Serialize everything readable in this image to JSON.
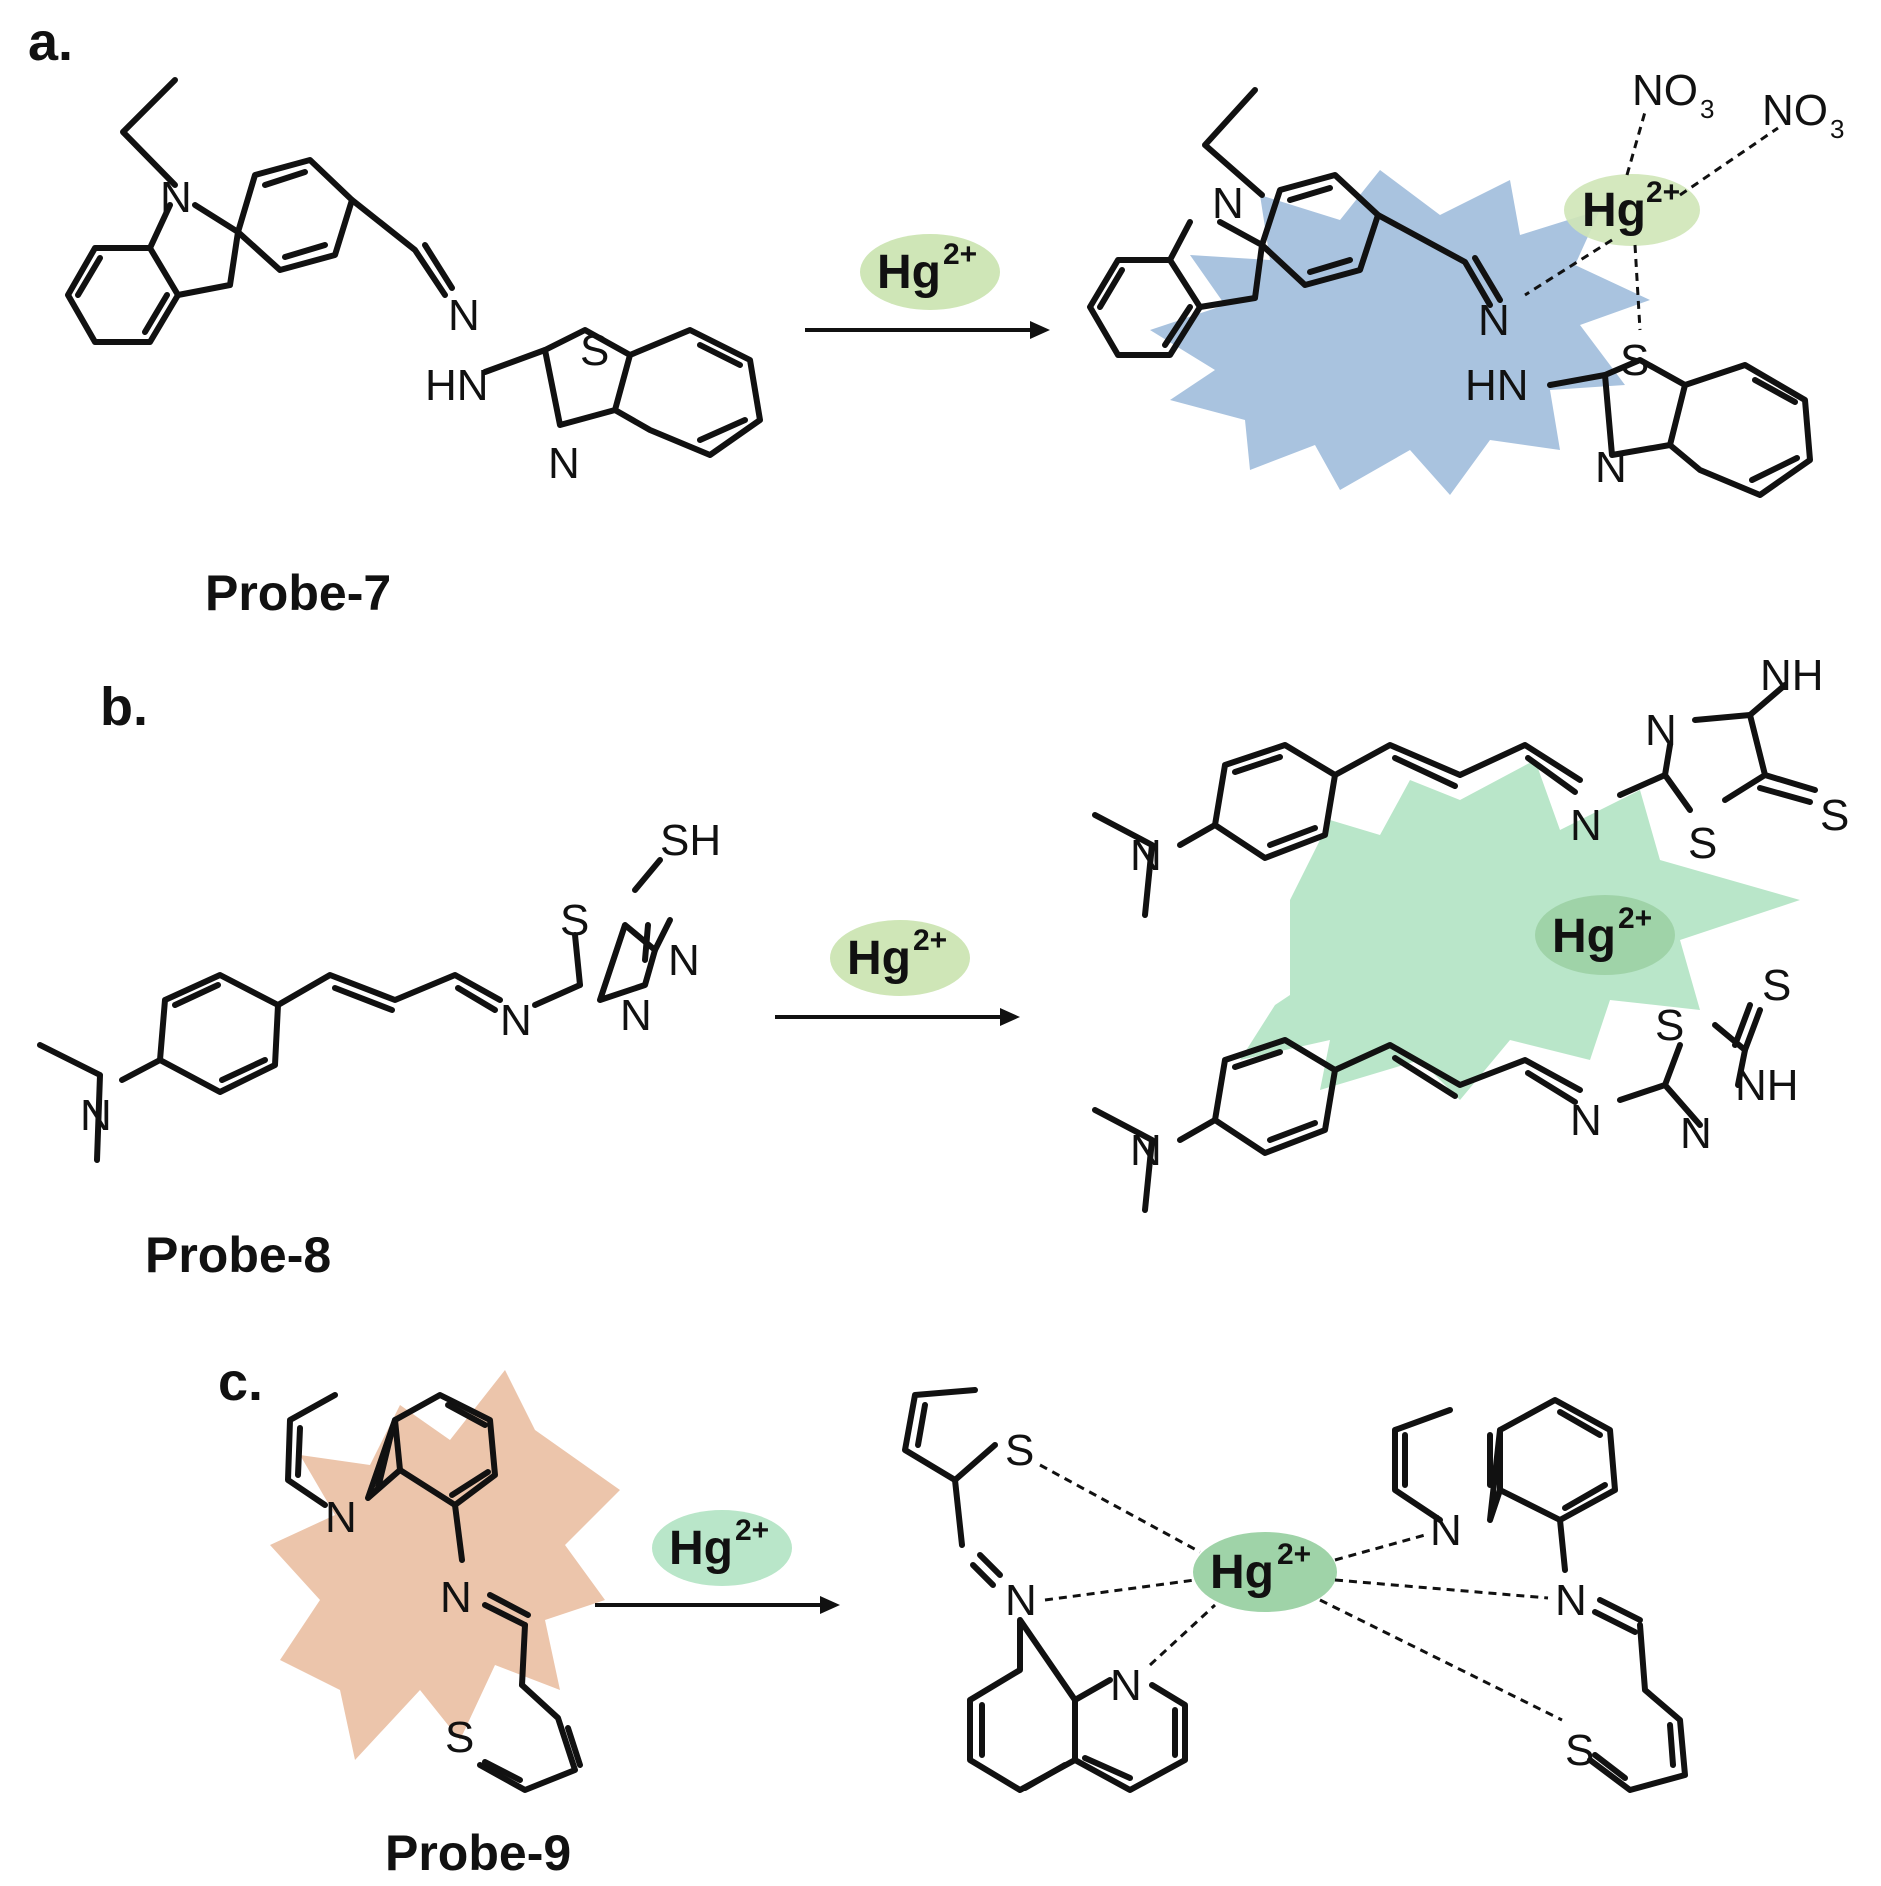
{
  "panels": [
    {
      "letter": "a.",
      "probe": "Probe-7",
      "reagent_main": "Hg",
      "reagent_charge": "2+",
      "complex_ion_main": "Hg",
      "complex_ion_charge": "2+",
      "counter_ion": "NO",
      "counter_sub": "3"
    },
    {
      "letter": "b.",
      "probe": "Probe-8",
      "reagent_main": "Hg",
      "reagent_charge": "2+",
      "complex_ion_main": "Hg",
      "complex_ion_charge": "2+"
    },
    {
      "letter": "c.",
      "probe": "Probe-9",
      "reagent_main": "Hg",
      "reagent_charge": "2+",
      "complex_ion_main": "Hg",
      "complex_ion_charge": "2+"
    }
  ],
  "atoms": {
    "N": "N",
    "S": "S",
    "HN": "HN",
    "SH": "SH",
    "NH": "NH"
  },
  "colors": {
    "ink": "#111111",
    "hg_label_bg": "#cfe6b7",
    "hg_complex_bg": "#9fd3a8",
    "burst_blue": "#a9c3df",
    "burst_green": "#b9e6c9",
    "burst_orange": "#ecc5ab"
  }
}
